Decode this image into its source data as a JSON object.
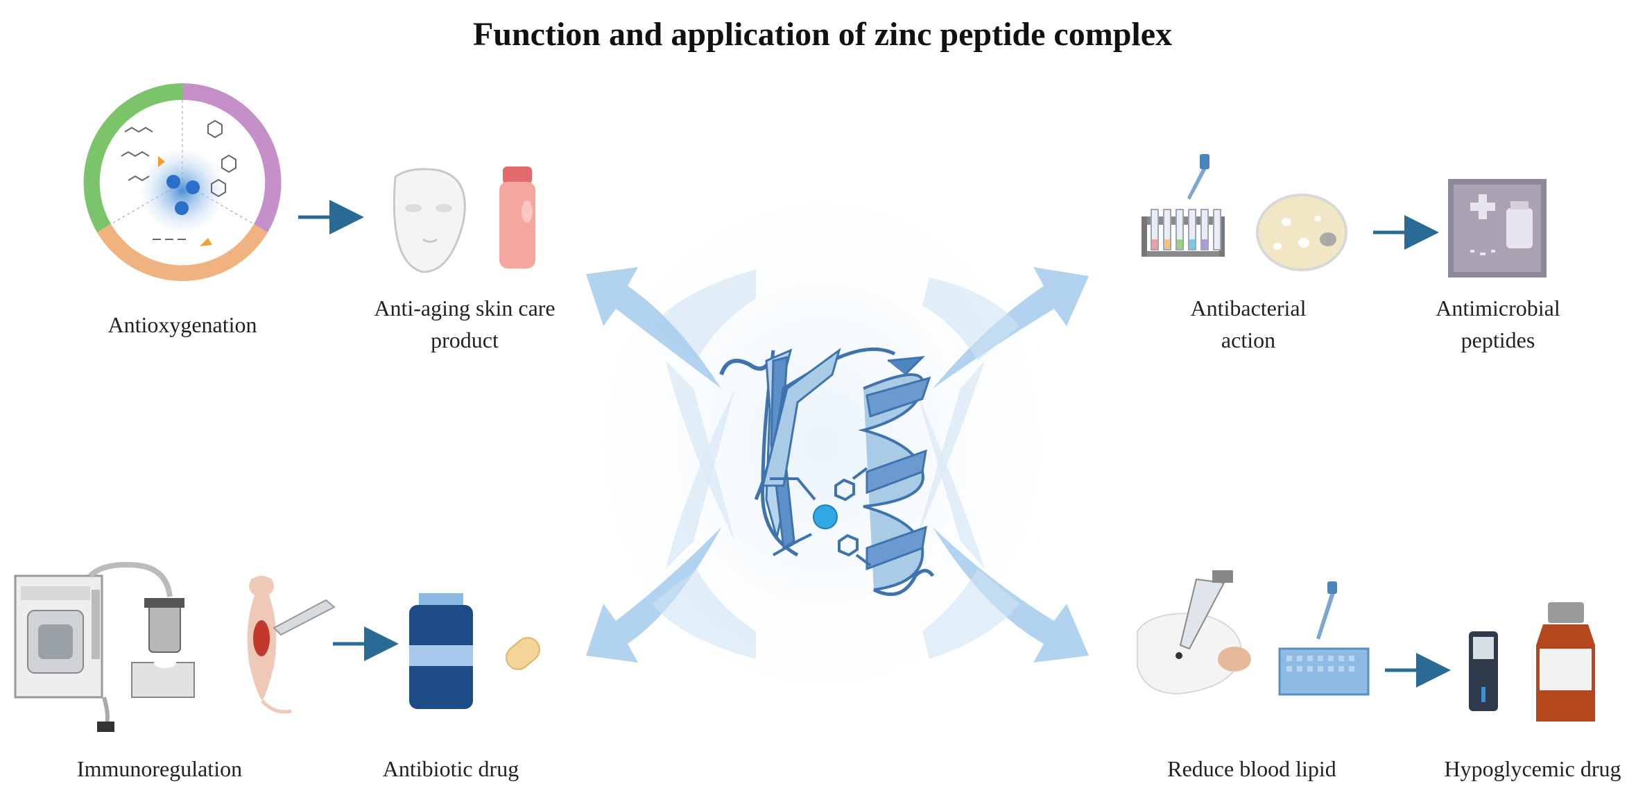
{
  "title": "Function and application of zinc peptide complex",
  "labels": {
    "antioxygenation": "Antioxygenation",
    "anti_aging": "Anti-aging skin care product",
    "antibacterial": "Antibacterial action",
    "antimicrobial": "Antimicrobial peptides",
    "immunoregulation": "Immunoregulation",
    "antibiotic": "Antibiotic drug",
    "reduce_lipid": "Reduce blood lipid",
    "hypoglycemic": "Hypoglycemic drug"
  },
  "colors": {
    "arrow": "#2a6b96",
    "ribbon_light": "#a9cbe6",
    "ribbon_dark": "#4f86c0",
    "zinc": "#2fa8e3",
    "ring_green": "#7cc46a",
    "ring_purple": "#c58fc8",
    "ring_orange": "#f0b27e",
    "bottle_navy": "#1d4b86"
  }
}
